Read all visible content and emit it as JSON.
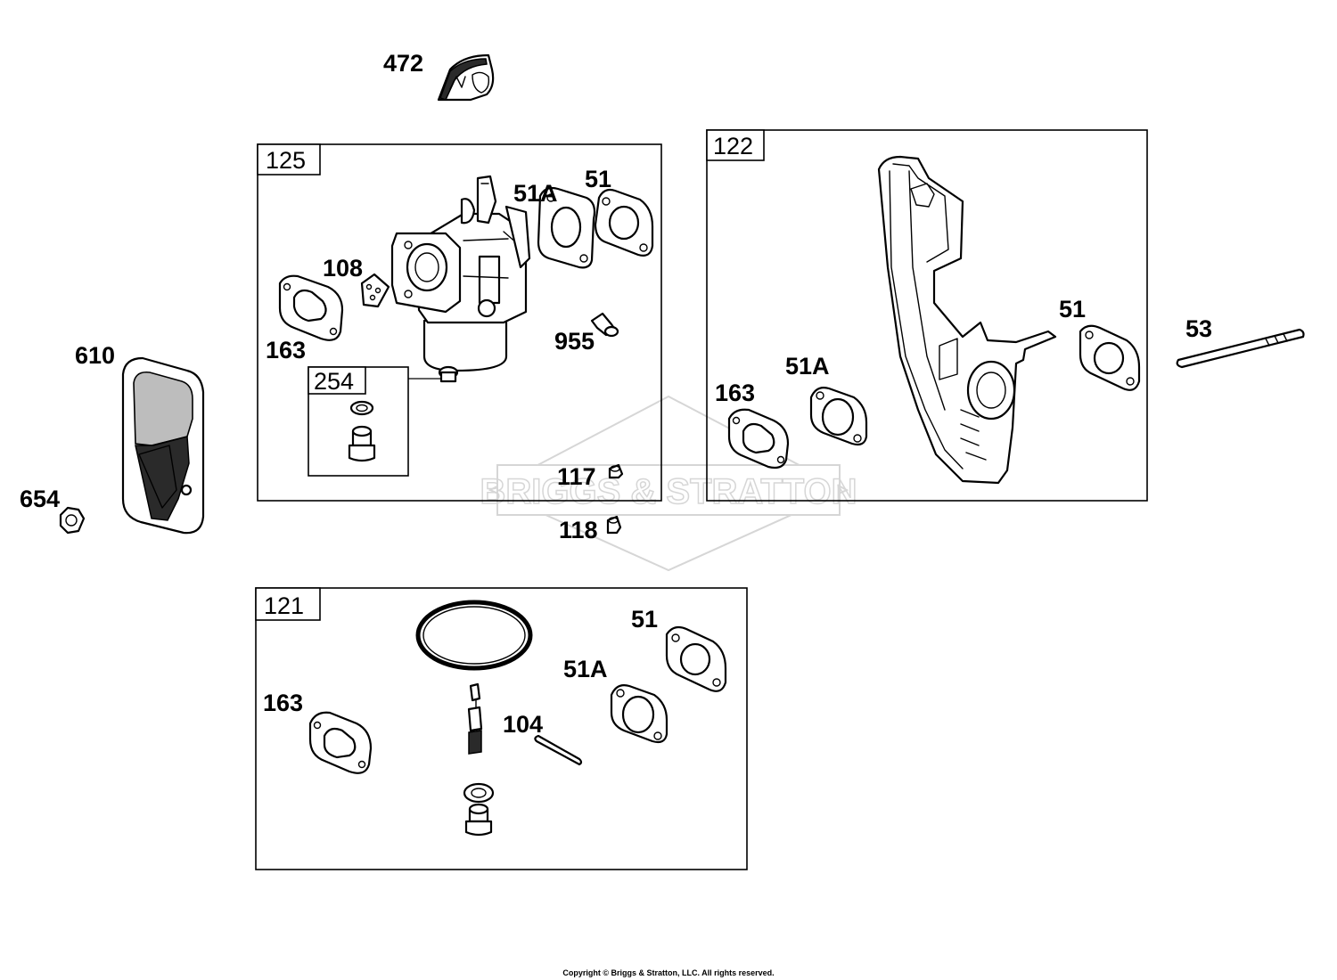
{
  "watermark": {
    "text": "BRIGGS & STRATTON",
    "color": "#d6d6d6"
  },
  "copyright": "Copyright © Briggs & Stratton, LLC. All rights reserved.",
  "groups": {
    "g125": {
      "tag": "125",
      "labels": {
        "p51a": "51A",
        "p51": "51",
        "p108": "108",
        "p163": "163",
        "p955": "955",
        "p254": "254"
      }
    },
    "g122": {
      "tag": "122",
      "labels": {
        "p51": "51",
        "p51a": "51A",
        "p163": "163"
      }
    },
    "g121": {
      "tag": "121",
      "labels": {
        "p51": "51",
        "p51a": "51A",
        "p163": "163",
        "p104": "104"
      }
    }
  },
  "loose": {
    "p472": "472",
    "p610": "610",
    "p654": "654",
    "p53": "53",
    "p117": "117",
    "p118": "118"
  },
  "icons": [
    "carburetor-icon",
    "gasket-icon",
    "gasket-51a-icon",
    "heat-shield-icon",
    "spacer-icon",
    "nut-icon",
    "stud-icon",
    "bowl-gasket-ring-icon",
    "needle-valve-icon",
    "bowl-screw-icon",
    "pin-icon",
    "jet-icon",
    "air-filter-cover-icon"
  ]
}
